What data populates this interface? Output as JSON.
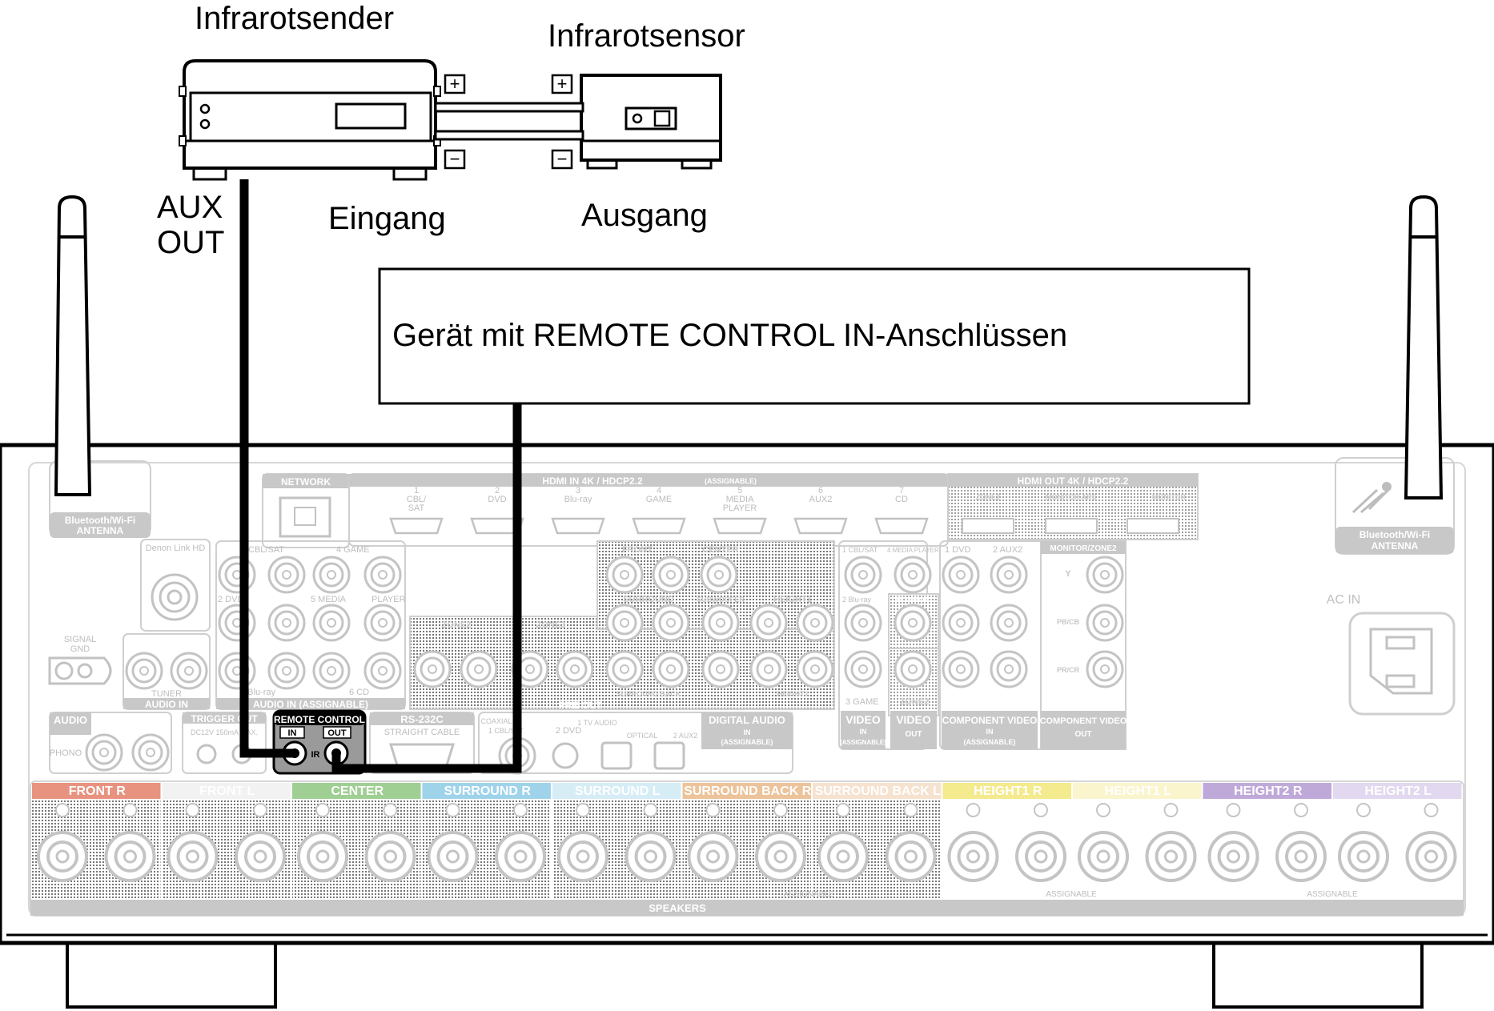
{
  "labels": {
    "ir_transmitter": "Infrarotsender",
    "ir_sensor": "Infrarotsensor",
    "aux_out_1": "AUX",
    "aux_out_2": "OUT",
    "input": "Eingang",
    "output": "Ausgang",
    "remote_device": "Gerät mit REMOTE CONTROL IN-Anschlüssen",
    "plus": "+",
    "minus": "−"
  },
  "receiver": {
    "bt_antenna_left": [
      "Bluetooth/Wi-Fi",
      "ANTENNA"
    ],
    "bt_antenna_right": [
      "Bluetooth/Wi-Fi",
      "ANTENNA"
    ],
    "network": "NETWORK",
    "hdmi_in": "HDMI  IN  4K / HDCP2.2",
    "hdmi_in_assignable": "(ASSIGNABLE)",
    "hdmi_out": "HDMI  OUT  4K / HDCP2.2",
    "hdmi_inputs": [
      [
        "1",
        "CBL/",
        "SAT"
      ],
      [
        "2",
        "DVD",
        ""
      ],
      [
        "3",
        "Blu-ray",
        ""
      ],
      [
        "4",
        "GAME",
        ""
      ],
      [
        "5",
        "MEDIA",
        "PLAYER"
      ],
      [
        "6",
        "AUX2",
        ""
      ],
      [
        "7",
        "CD",
        ""
      ]
    ],
    "hdmi_out_ports": [
      "ZONE2",
      "MONITOR ARC",
      "MONITOR"
    ],
    "denon_link": "Denon Link HD",
    "signal_gnd": [
      "SIGNAL",
      "GND"
    ],
    "tuner": "TUNER",
    "audio_in": "AUDIO  IN",
    "audio_assignable": "AUDIO  IN  (ASSIGNABLE)",
    "analog_labels": [
      "CBL/SAT",
      "4 GAME",
      "2 DVD",
      "5 MEDIA",
      "PLAYER",
      "3 Blu-ray",
      "6 CD"
    ],
    "pre_out": "PRE OUT",
    "pre_out_labels": [
      "FRONT",
      "CENTER",
      "SURROUND",
      "SUBWOOFER",
      "HEIGHT1",
      "SURROUND BACK",
      "HEIGHT2",
      "ZONE2",
      "ZONE3"
    ],
    "video_labels": [
      "1 CBL/SAT",
      "4 MEDIA PLAYER",
      "2 Blu-ray",
      "MONITOR",
      "3 GAME",
      "ZONE2"
    ],
    "video_in": [
      "VIDEO",
      "IN",
      "(ASSIGNABLE)"
    ],
    "video_out": [
      "VIDEO",
      "OUT"
    ],
    "component_labels": [
      "1 DVD",
      "2 AUX2",
      "MONITOR/ZONE2",
      "Y",
      "PB/CB",
      "PR/CR"
    ],
    "component_in": [
      "COMPONENT VIDEO",
      "IN",
      "(ASSIGNABLE)"
    ],
    "component_out": [
      "COMPONENT VIDEO",
      "OUT"
    ],
    "ac_in": "AC IN",
    "audio_phono": "AUDIO",
    "phono": "PHONO",
    "trigger_out": "TRIGGER OUT",
    "trigger_spec": "DC12V 150mA MAX.",
    "remote_control": "REMOTE CONTROL",
    "rc_in": "IN",
    "rc_out": "OUT",
    "ir": "IR",
    "rs232c": "RS-232C",
    "straight_cable": "STRAIGHT CABLE",
    "digital_labels": [
      "COAXIAL",
      "1 CBL/SAT",
      "2 DVD",
      "1 TV AUDIO",
      "OPTICAL",
      "2 AUX2"
    ],
    "digital_audio": [
      "DIGITAL AUDIO",
      "IN",
      "(ASSIGNABLE)"
    ],
    "speakers": "SPEAKERS",
    "assignable": "ASSIGNABLE",
    "speaker_groups": [
      {
        "name": "FRONT",
        "side": "R",
        "color": "#e8937f"
      },
      {
        "name": "FRONT",
        "side": "L",
        "color": "#f2f2f2"
      },
      {
        "name": "CENTER",
        "side": "",
        "color": "#9fcf93"
      },
      {
        "name": "SURROUND",
        "side": "R",
        "color": "#9fd3ea"
      },
      {
        "name": "SURROUND",
        "side": "L",
        "color": "#d6edf6"
      },
      {
        "name": "SURROUND BACK",
        "side": "R",
        "color": "#ecc39a"
      },
      {
        "name": "SURROUND BACK",
        "side": "L",
        "color": "#f5e2cf"
      },
      {
        "name": "HEIGHT1",
        "side": "R",
        "color": "#f4ea8e"
      },
      {
        "name": "HEIGHT1",
        "side": "L",
        "color": "#faf5cd"
      },
      {
        "name": "HEIGHT2",
        "side": "R",
        "color": "#bfa9d9"
      },
      {
        "name": "HEIGHT2",
        "side": "L",
        "color": "#e2d8ef"
      }
    ]
  },
  "colors": {
    "line": "#000000",
    "faded": "#c8c8c8",
    "panel_fill": "#f7f7f7",
    "dark_panel": "#2b2b2b"
  }
}
